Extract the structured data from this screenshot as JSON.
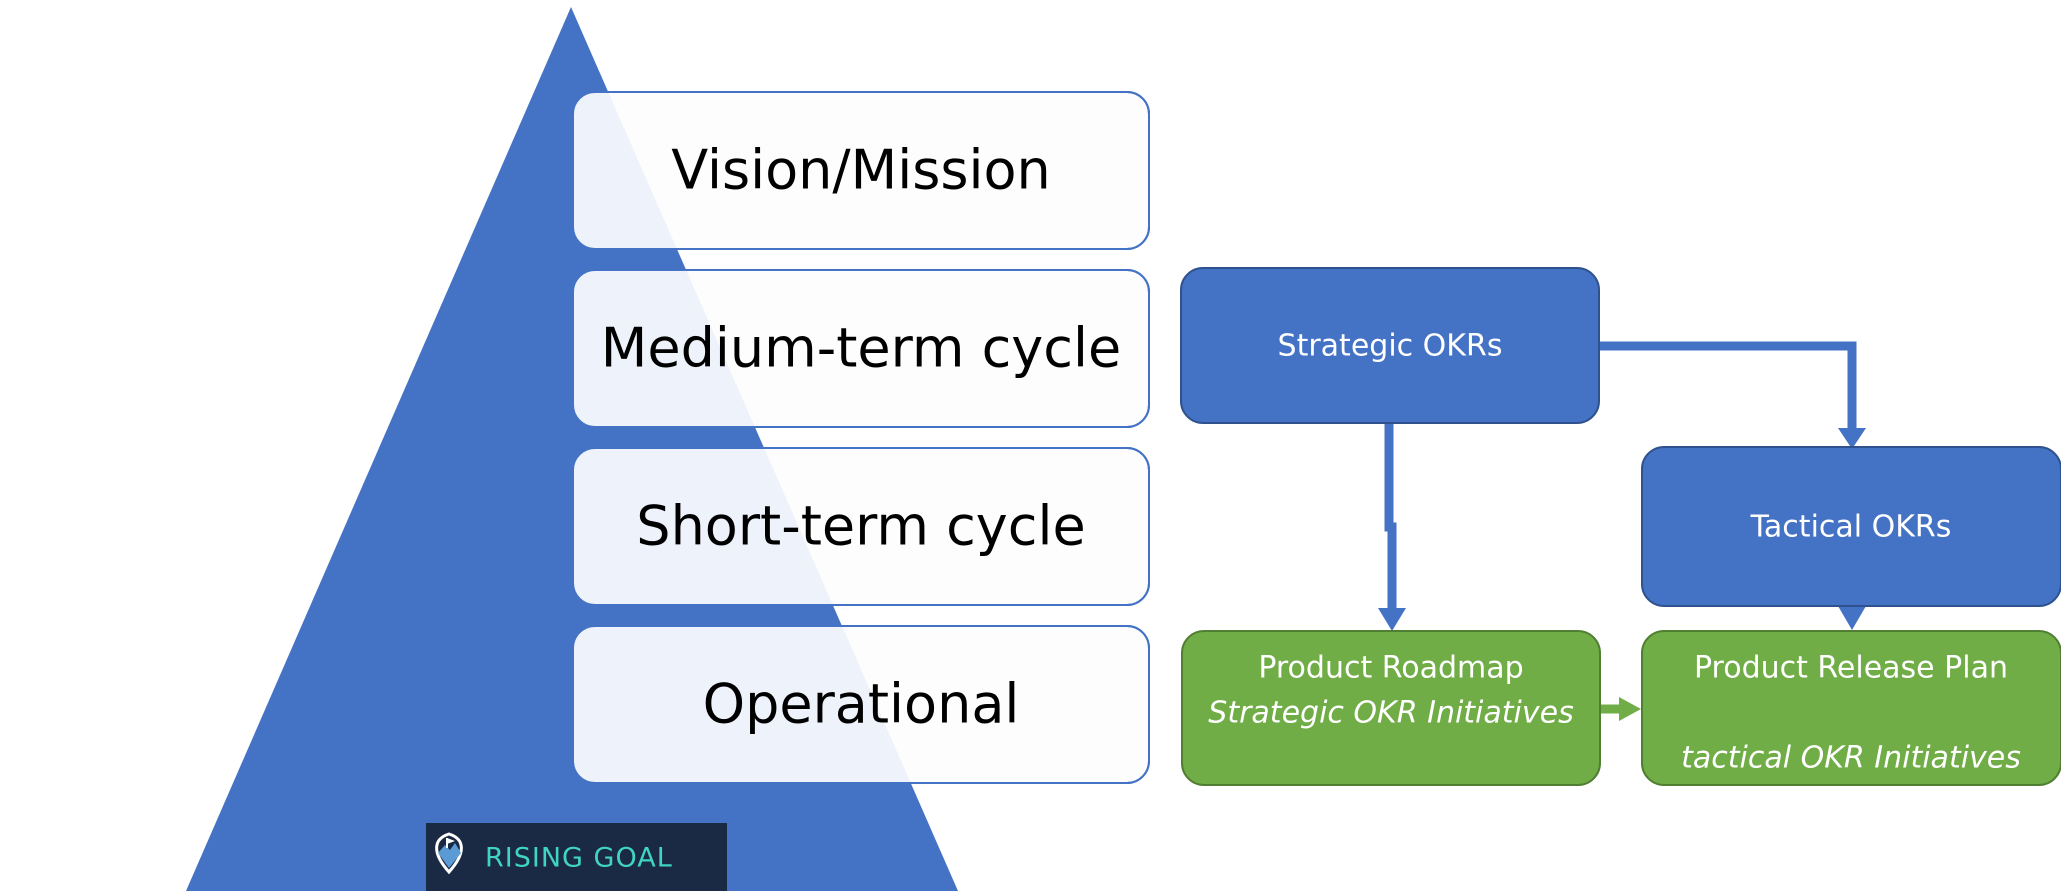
{
  "pyramid": {
    "fill": "#4472C4",
    "levels": [
      {
        "label": "Vision/Mission"
      },
      {
        "label": "Medium-term cycle"
      },
      {
        "label": "Short-term cycle"
      },
      {
        "label": "Operational"
      }
    ],
    "level_box_fill": "#FDFDFD",
    "level_box_overlay": "#EEF2FA",
    "level_box_border": "#4472C4"
  },
  "flow": {
    "strategic_okrs": {
      "label": "Strategic OKRs"
    },
    "tactical_okrs": {
      "label": "Tactical OKRs"
    },
    "product_roadmap": {
      "title": "Product Roadmap",
      "subtitle": "Strategic OKR Initiatives"
    },
    "product_release_plan": {
      "title": "Product Release Plan",
      "subtitle": "tactical OKR Initiatives"
    },
    "okr_fill": "#4472C4",
    "okr_border": "#2F528F",
    "plan_fill": "#70AD47",
    "plan_border": "#507E32",
    "arrow_blue": "#4472C4",
    "arrow_green": "#70AD47"
  },
  "logo": {
    "text": "RISING GOAL",
    "icon": "map-pin-mountain-icon",
    "background": "#1B2A44",
    "text_color": "#3FD5C0"
  }
}
